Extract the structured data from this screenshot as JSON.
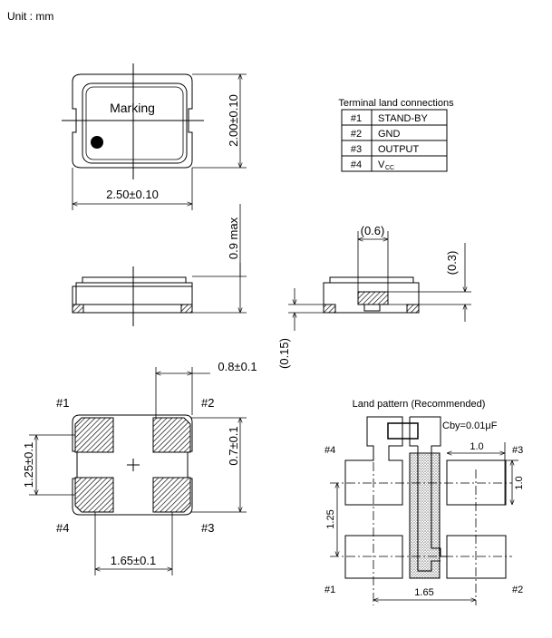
{
  "unit_label": "Unit : mm",
  "top_view": {
    "marking": "Marking",
    "height_dim": "2.00±0.10",
    "width_dim": "2.50±0.10"
  },
  "terminal_table": {
    "title": "Terminal land connections",
    "rows": [
      {
        "pin": "#1",
        "function": "STAND-BY"
      },
      {
        "pin": "#2",
        "function": "GND"
      },
      {
        "pin": "#3",
        "function": "OUTPUT"
      },
      {
        "pin": "#4",
        "function": "V",
        "subscript": "CC"
      }
    ]
  },
  "side_view": {
    "height_dim": "0.9 max",
    "pad_width_dim": "(0.6)",
    "pad_height_dim": "(0.3)",
    "standoff_dim": "(0.15)"
  },
  "bottom_view": {
    "pins": [
      "#1",
      "#2",
      "#3",
      "#4"
    ],
    "pad_width_dim": "0.8±0.1",
    "pad_height_dim": "0.7±0.1",
    "pitch_y_dim": "1.25±0.1",
    "pitch_x_dim": "1.65±0.1"
  },
  "land_pattern": {
    "title": "Land pattern (Recommended)",
    "capacitor": "Cby=0.01μF",
    "pins": [
      "#1",
      "#2",
      "#3",
      "#4"
    ],
    "pad_width_dim": "1.0",
    "pad_height_dim": "1.0",
    "pitch_y_dim": "1.25",
    "pitch_x_dim": "1.65"
  }
}
